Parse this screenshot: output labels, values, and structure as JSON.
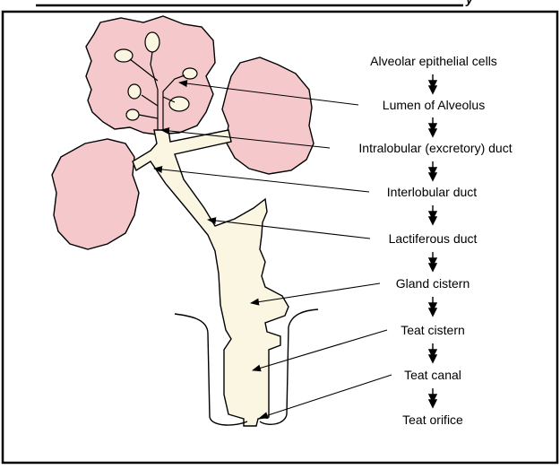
{
  "heading_fragment": "y",
  "labels": {
    "alveolar_epithelial_cells": "Alveolar epithelial cells",
    "lumen_of_alveolus": "Lumen of Alveolus",
    "intralobular_duct": "Intralobular (excretory) duct",
    "interlobular_duct": "Interlobular duct",
    "lactiferous_duct": "Lactiferous duct",
    "gland_cistern": "Gland cistern",
    "teat_cistern": "Teat cistern",
    "teat_canal": "Teat canal",
    "teat_orifice": "Teat orifice"
  },
  "colors": {
    "alveolus_fill": "#f5c9cc",
    "duct_fill": "#fbf6e1",
    "outline": "#000000",
    "background": "#ffffff"
  }
}
